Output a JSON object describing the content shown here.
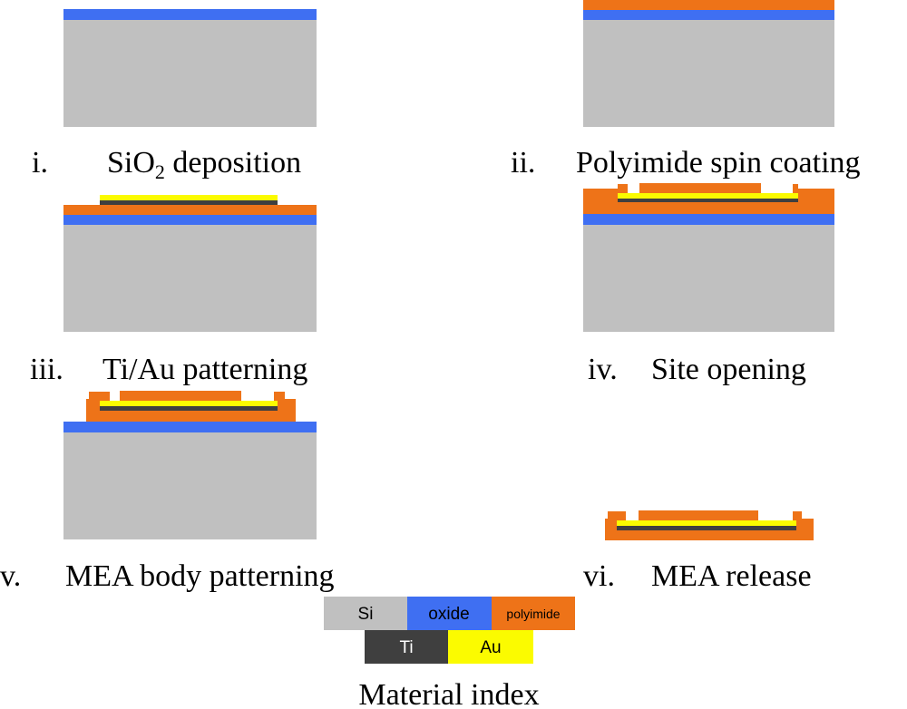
{
  "colors": {
    "si": "#c0c0c0",
    "oxide": "#3f6ff2",
    "polyimide": "#ee7318",
    "ti": "#3f3f3f",
    "au": "#fbfb00"
  },
  "steps": [
    {
      "numeral": "i.",
      "title_pre": "SiO",
      "title_sub": "2",
      "title_post": " deposition"
    },
    {
      "numeral": "ii.",
      "title": "Polyimide spin coating"
    },
    {
      "numeral": "iii.",
      "title": "Ti/Au patterning"
    },
    {
      "numeral": "iv.",
      "title": "Site opening"
    },
    {
      "numeral": "v.",
      "title": "MEA body patterning"
    },
    {
      "numeral": "vi.",
      "title": "MEA release"
    }
  ],
  "legend": {
    "title": "Material index",
    "si": "Si",
    "oxide": "oxide",
    "polyimide": "polyimide",
    "ti": "Ti",
    "au": "Au"
  }
}
